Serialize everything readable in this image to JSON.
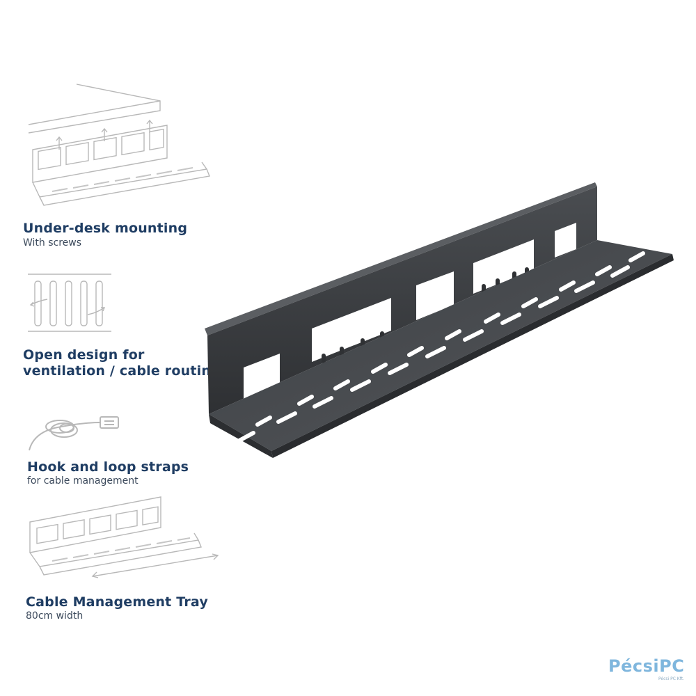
{
  "features": [
    {
      "id": "under-desk",
      "title": "Under-desk mounting",
      "subtitle": "With screws",
      "icon": "under-desk-mount-icon"
    },
    {
      "id": "open-design",
      "title": "Open design for\nventilation / cable routing",
      "subtitle": "",
      "icon": "ventilation-slots-icon"
    },
    {
      "id": "straps",
      "title": "Hook and loop straps",
      "subtitle": "for cable management",
      "icon": "cable-strap-icon"
    },
    {
      "id": "tray",
      "title": "Cable Management Tray",
      "subtitle": "80cm width",
      "icon": "tray-width-icon"
    }
  ],
  "watermark": {
    "brand": "PécsiPC",
    "tagline": "Pécsi PC Kft."
  },
  "colors": {
    "heading": "#1f3d63",
    "subtext": "#3c4a5c",
    "sketch": "#b8b8b8",
    "tray_dark": "#3a3d40",
    "tray_light": "#55585c",
    "brand": "#7fb6dd"
  }
}
